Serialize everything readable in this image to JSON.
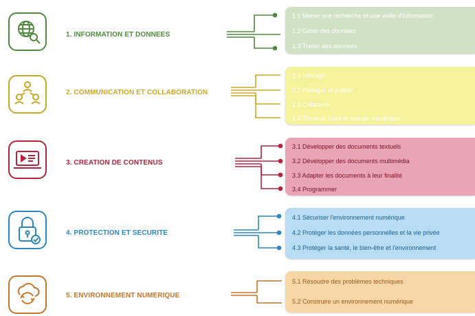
{
  "domains": [
    {
      "title": "1. INFORMATION ET DONNEES",
      "icon": "globe-search-icon",
      "color": "#4f8a3c",
      "panel_color": "#cfe3c4",
      "text_color": "#ffffff",
      "items": [
        "1.1 Mener une recherche et une veille d'information",
        "1.2 Gérer des données",
        "1.3 Traiter des données"
      ]
    },
    {
      "title": "2. COMMUNICATION ET COLLABORATION",
      "icon": "people-network-icon",
      "color": "#c9a825",
      "panel_color": "#f4f29b",
      "text_color": "#ffffff",
      "items": [
        "2.1 Interagir",
        "2.2 Partager et publier",
        "2.3 Collaborer",
        "2.4 S'insérer dans le monde numérique"
      ]
    },
    {
      "title": "3. CREATION DE CONTENUS",
      "icon": "laptop-media-icon",
      "color": "#b3243c",
      "panel_color": "#e9a5b6",
      "text_color": "#7a1022",
      "items": [
        "3.1 Développer des documents textuels",
        "3.2 Développer des documents multimédia",
        "3.3 Adapter les documents à leur finalité",
        "3.4 Programmer"
      ]
    },
    {
      "title": "4. PROTECTION ET SECURITE",
      "icon": "padlock-check-icon",
      "color": "#2d86c4",
      "panel_color": "#b8dcf2",
      "text_color": "#1b5f8f",
      "items": [
        "4.1 Sécuriser l'environnement numérique",
        "4.2 Protéger les données personnelles et la vie privée",
        "4.3 Protéger la santé, le bien-être et l'environnement"
      ]
    },
    {
      "title": "5. ENVIRONNEMENT NUMERIQUE",
      "icon": "cloud-sync-icon",
      "color": "#c7752b",
      "panel_color": "#f7d7a6",
      "text_color": "#9a5a1c",
      "items": [
        "5.1 Résoudre des problèmes techniques",
        "5.2 Construire un environnement numérique"
      ]
    }
  ]
}
